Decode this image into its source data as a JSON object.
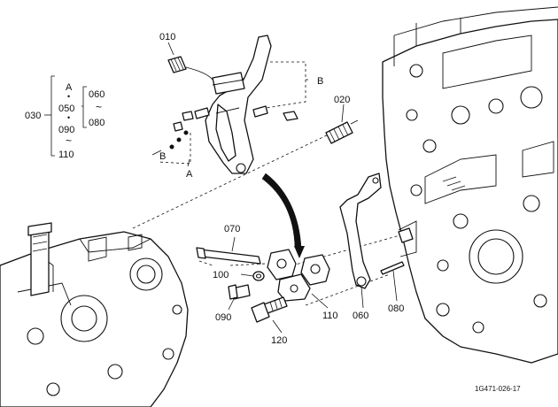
{
  "callouts": {
    "p010": "010",
    "p020": "020",
    "p030": "030",
    "p050": "050",
    "p060_set": "060",
    "p080_set": "080",
    "p090_set": "090",
    "p110_set": "110",
    "p060": "060",
    "p070": "070",
    "p080": "080",
    "p090": "090",
    "p100": "100",
    "p110": "110",
    "p120": "120"
  },
  "markers": {
    "a_top": "A",
    "a_bottom": "A",
    "b_right": "B",
    "b_left": "B",
    "dot1": "•",
    "dot2": "•",
    "tilde1": "~",
    "tilde2": "~"
  },
  "figure_code": "1G471-026-17"
}
